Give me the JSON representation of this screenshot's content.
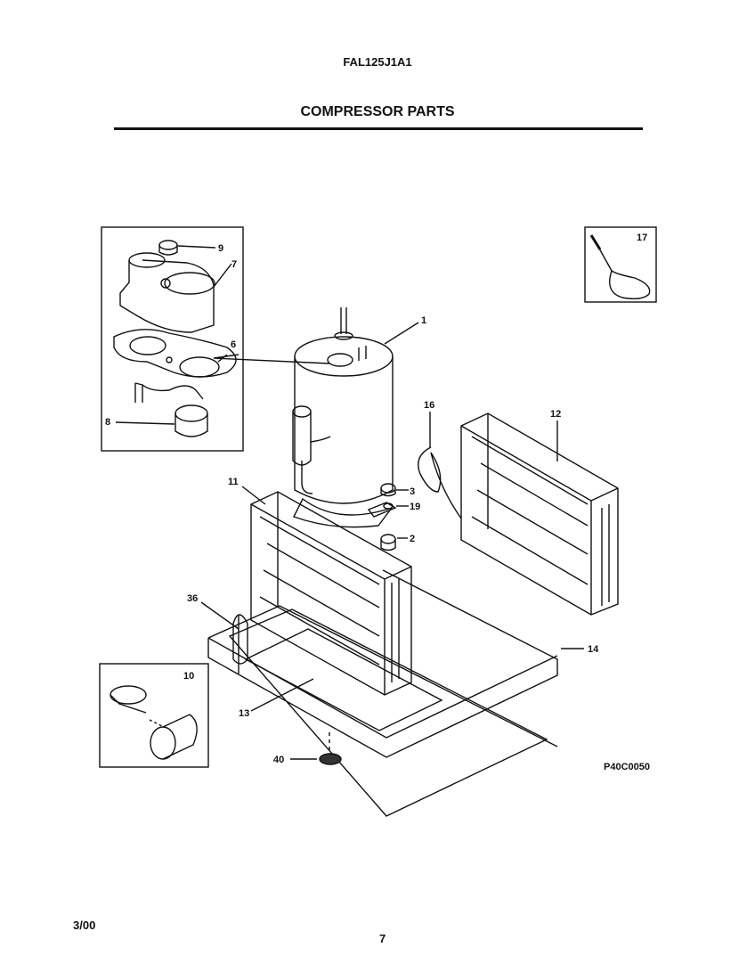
{
  "header": {
    "model": "FAL125J1A1",
    "title": "COMPRESSOR PARTS"
  },
  "callouts": {
    "p1": "1",
    "p2": "2",
    "p3": "3",
    "p6": "6",
    "p7": "7",
    "p8": "8",
    "p9": "9",
    "p10": "10",
    "p11": "11",
    "p12": "12",
    "p13": "13",
    "p14": "14",
    "p16": "16",
    "p17": "17",
    "p19": "19",
    "p36": "36",
    "p40": "40"
  },
  "figure_code": "P40C0050",
  "footer": {
    "date": "3/00",
    "page": "7"
  }
}
